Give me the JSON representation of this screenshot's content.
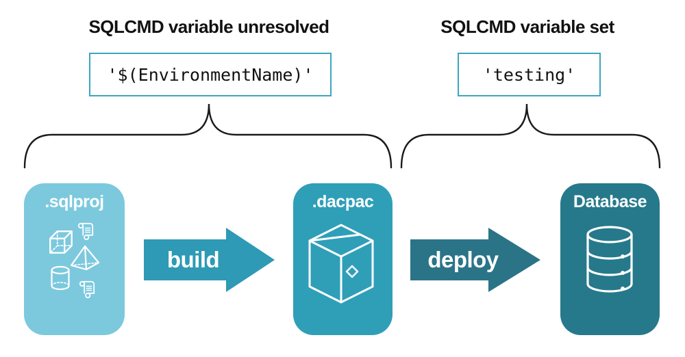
{
  "annotations": {
    "unresolved": {
      "heading": "SQLCMD variable unresolved",
      "code": "'$(EnvironmentName)'"
    },
    "set": {
      "heading": "SQLCMD variable set",
      "code": "'testing'"
    }
  },
  "pipeline": {
    "stages": [
      {
        "label": ".sqlproj",
        "icon": "sql-objects-icons",
        "color": "#7cc9de"
      },
      {
        "label": ".dacpac",
        "icon": "package-icon",
        "color": "#2f9fb8"
      },
      {
        "label": "Database",
        "icon": "database-icon",
        "color": "#26798b"
      }
    ],
    "arrows": [
      {
        "label": "build",
        "color": "#2e9ab5"
      },
      {
        "label": "deploy",
        "color": "#2b7488"
      }
    ]
  },
  "colors": {
    "background": "#ffffff",
    "code_box_border": "#3ba6bf",
    "brace_stroke": "#1a1a1a",
    "icon_stroke": "#ffffff",
    "heading_text": "#111111"
  }
}
